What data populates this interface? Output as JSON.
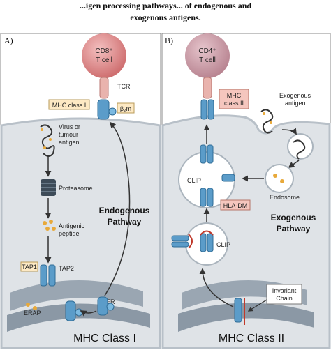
{
  "caption": {
    "line1": "...igen processing pathways... of endogenous and",
    "line2": "exogenous antigens."
  },
  "panels": {
    "a": {
      "letter": "A)",
      "cell": "CD8⁺",
      "cell_sub": "T cell",
      "tcr": "TCR",
      "mhc": "MHC class I",
      "b2m": "β₂m",
      "antigen_line1": "Virus or",
      "antigen_line2": "tumour",
      "antigen_line3": "antigen",
      "proteasome": "Proteasome",
      "peptide_line1": "Antigenic",
      "peptide_line2": "peptide",
      "tap1": "TAP1",
      "tap2": "TAP2",
      "er": "ER",
      "erap": "ERAP",
      "pathway_line1": "Endogenous",
      "pathway_line2": "Pathway",
      "bottom_label": "MHC Class I"
    },
    "b": {
      "letter": "B)",
      "cell": "CD4⁺",
      "cell_sub": "T cell",
      "mhc_line1": "MHC",
      "mhc_line2": "class II",
      "exo_line1": "Exogenous",
      "exo_line2": "antigen",
      "clip_top": "CLIP",
      "hla_dm": "HLA-DM",
      "endosome": "Endosome",
      "pathway_line1": "Exogenous",
      "pathway_line2": "Pathway",
      "clip_bottom": "CLIP",
      "invariant_line1": "Invariant",
      "invariant_line2": "Chain",
      "bottom_label": "MHC Class II"
    }
  },
  "colors": {
    "cell_pink": "#e69a9a",
    "membrane_grey": "#cdd3d8",
    "er_grey": "#9aa6b2",
    "mhc_blue": "#5b9cc9",
    "label_box": "#fde9c4",
    "red_box": "#f5c6be",
    "peptide_orange": "#e8a93a"
  }
}
